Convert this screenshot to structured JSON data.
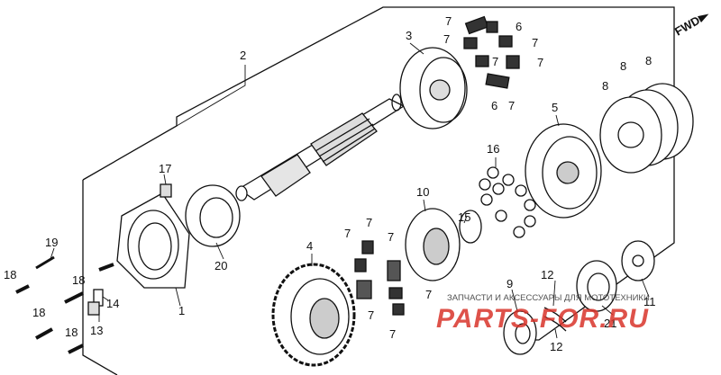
{
  "diagram": {
    "fwd_label": "FWD",
    "callouts": [
      "1",
      "2",
      "3",
      "4",
      "5",
      "6",
      "7",
      "8",
      "9",
      "10",
      "11",
      "12",
      "13",
      "14",
      "15",
      "16",
      "17",
      "18",
      "19",
      "20",
      "21"
    ]
  },
  "watermark": {
    "caption": "ЗАПЧАСТИ И АКСЕССУАРЫ ДЛЯ МОТОТЕХНИКИ",
    "logo": "PARTS-FOR.RU",
    "logo_color": "#d9342b"
  }
}
